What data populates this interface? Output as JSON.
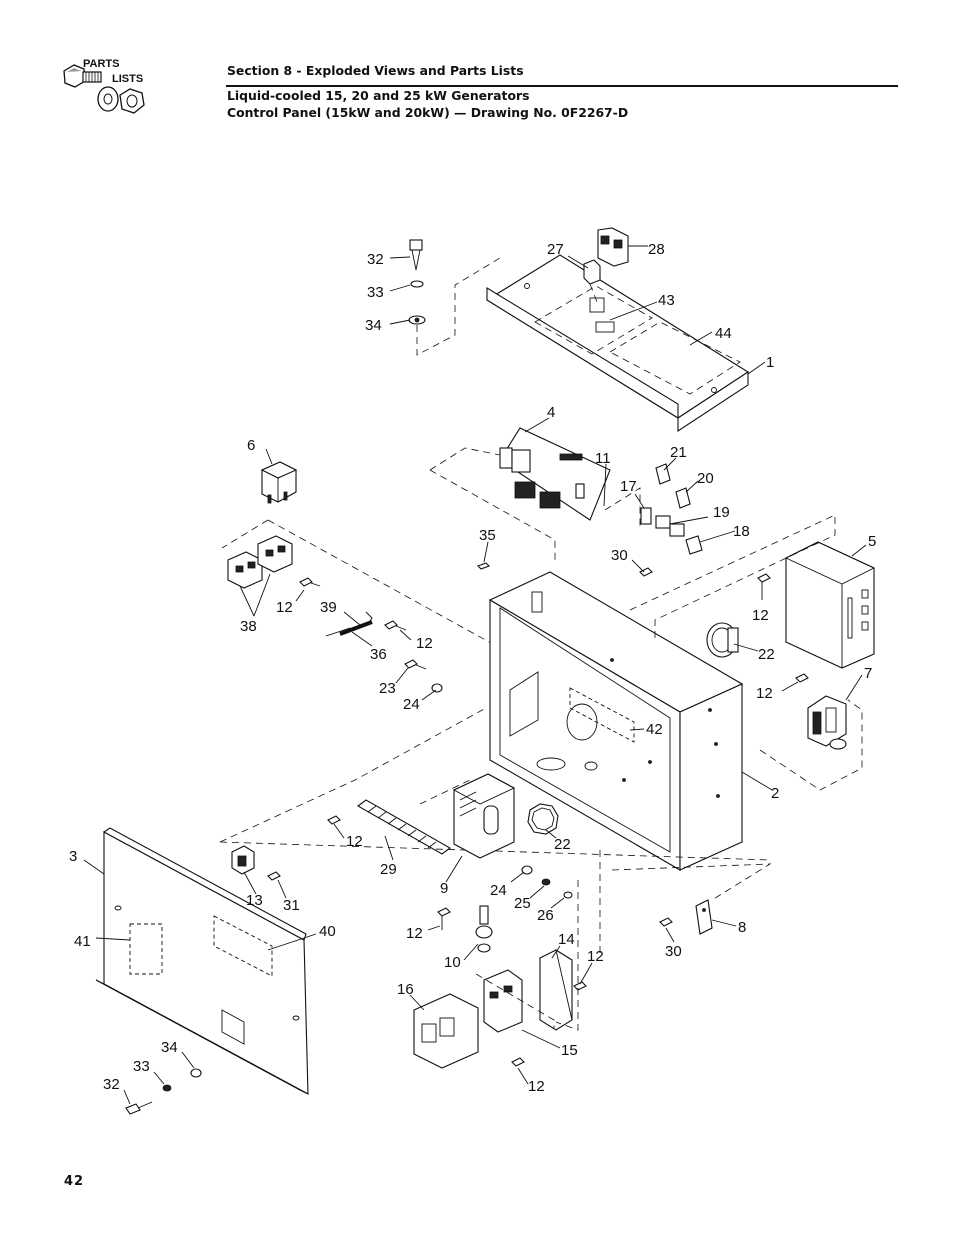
{
  "header": {
    "logo_parts": "PARTS",
    "logo_lists": "LISTS",
    "section": "Section 8 - Exploded Views and Parts Lists",
    "title": "Liquid-cooled 15, 20 and 25 kW Generators",
    "subtitle": "Control Panel (15kW and 20kW) — Drawing No. 0F2267-D"
  },
  "callouts": [
    "32",
    "27",
    "28",
    "33",
    "43",
    "34",
    "44",
    "1",
    "4",
    "6",
    "11",
    "21",
    "17",
    "20",
    "19",
    "18",
    "35",
    "30",
    "5",
    "12",
    "38",
    "12",
    "39",
    "12",
    "36",
    "22",
    "23",
    "24",
    "12",
    "7",
    "42",
    "2",
    "12",
    "3",
    "22",
    "29",
    "9",
    "24",
    "25",
    "26",
    "13",
    "31",
    "41",
    "40",
    "12",
    "14",
    "12",
    "8",
    "30",
    "10",
    "16",
    "15",
    "34",
    "33",
    "32",
    "12"
  ],
  "footer": {
    "page_number": "42"
  }
}
